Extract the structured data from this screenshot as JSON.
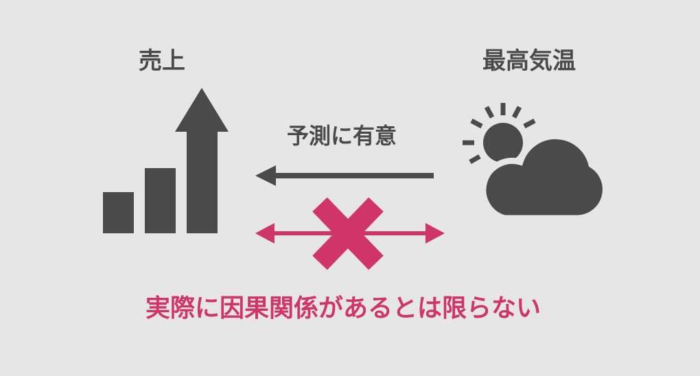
{
  "labels": {
    "sales": "売上",
    "temperature": "最高気温",
    "prediction": "予測に有意",
    "conclusion": "実際に因果関係があるとは限らない"
  },
  "icons": {
    "sales": "bar-chart-with-up-arrow-icon",
    "temperature": "sun-behind-cloud-icon",
    "prediction_arrow": "left-arrow-icon",
    "causation_arrow": "double-headed-arrow-icon",
    "negation": "cross-mark-icon"
  },
  "colors": {
    "background": "#e6e6e6",
    "dark": "#4a4a4a",
    "accent": "#d0356a"
  }
}
